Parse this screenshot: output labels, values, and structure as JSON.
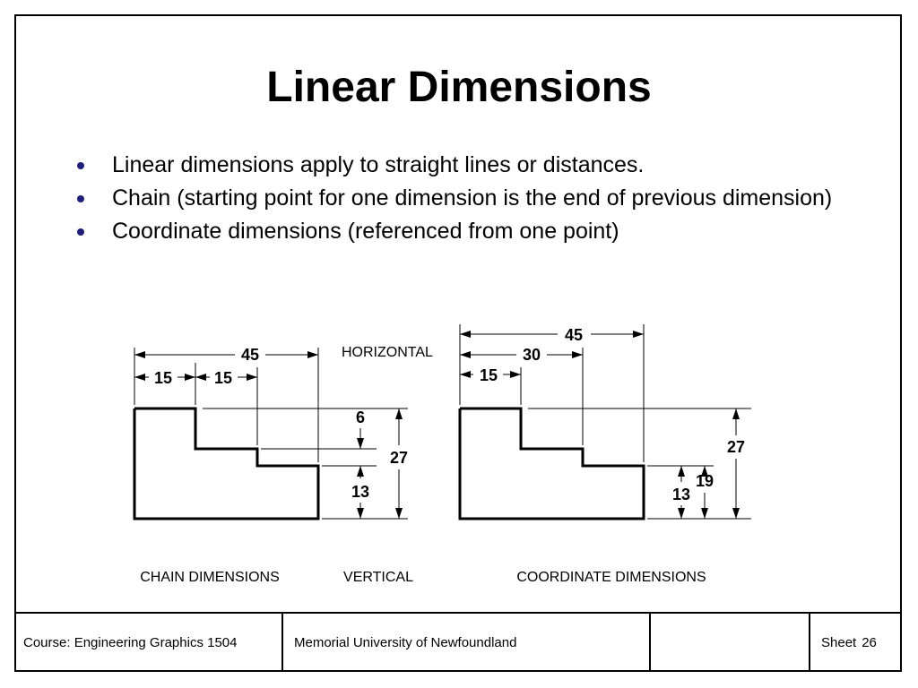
{
  "slide": {
    "title": "Linear Dimensions",
    "bullets": [
      "Linear dimensions apply to straight lines or distances.",
      "Chain (starting point for one dimension is the end of previous dimension)",
      "Coordinate dimensions (referenced from one point)"
    ]
  },
  "diagram": {
    "labels": {
      "horizontal": "HORIZONTAL",
      "chain": "CHAIN DIMENSIONS",
      "vertical": "VERTICAL",
      "coordinate": "COORDINATE DIMENSIONS"
    },
    "chain_dims": {
      "overall": "45",
      "first": "15",
      "second": "15"
    },
    "vertical_dims": {
      "step": "6",
      "lower": "13",
      "total": "27"
    },
    "coordinate_dims": {
      "overall": "45",
      "mid": "30",
      "first": "15",
      "total": "27",
      "mid_v": "19",
      "lower": "13"
    }
  },
  "footer": {
    "course": "Course: Engineering Graphics 1504",
    "university": "Memorial University of Newfoundland",
    "empty": "",
    "sheet_label": "Sheet",
    "sheet_number": "26"
  }
}
